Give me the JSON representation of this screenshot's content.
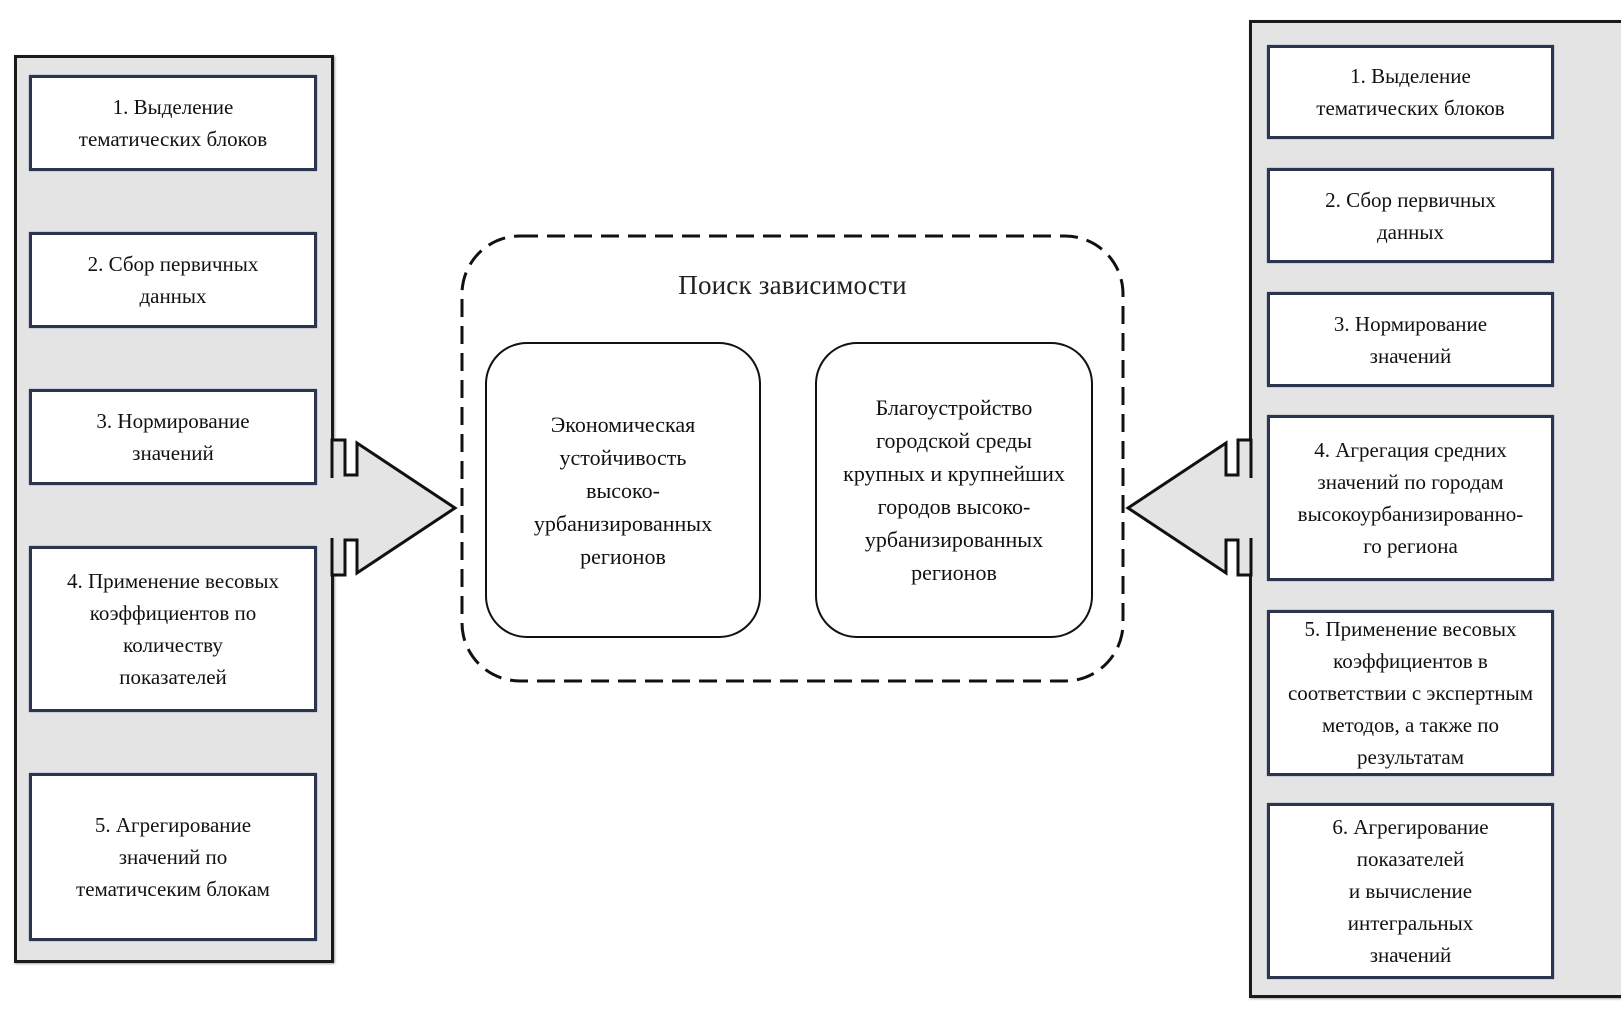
{
  "left_panel": {
    "steps": [
      {
        "label": "1. Выделение\nтематических блоков"
      },
      {
        "label": "2. Сбор первичных\nданных"
      },
      {
        "label": "3. Нормирование\nзначений"
      },
      {
        "label": "4. Применение весовых\nкоэффициентов по\nколичеству\nпоказателей"
      },
      {
        "label": "5. Агрегирование\nзначений по\nтематичсеким блокам"
      }
    ]
  },
  "center": {
    "title": "Поиск зависимости",
    "factors": [
      {
        "label": "Экономическая\nустойчивость\nвысоко-\nурбанизированных\nрегионов"
      },
      {
        "label": "Благоустройство\nгородской среды\nкрупных и крупнейших\nгородов высоко-\nурбанизированных\nрегионов"
      }
    ]
  },
  "right_panel": {
    "steps": [
      {
        "label": "1. Выделение\nтематических блоков"
      },
      {
        "label": "2. Сбор первичных\nданных"
      },
      {
        "label": "3. Нормирование\nзначений"
      },
      {
        "label": "4. Агрегация средних\nзначений по городам\nвысокоурбанизированно-\nго региона"
      },
      {
        "label": "5. Применение весовых\nкоэффициентов в\nсоответствии с экспертным\nметодов, а также по\nрезультатам"
      },
      {
        "label": "6. Агрегирование\nпоказателей\nи вычисление\nинтегральных\nзначений"
      }
    ]
  },
  "colors": {
    "panel_fill": "#e4e4e4",
    "step_border": "#2b3550",
    "arrow_fill": "#e4e4e4",
    "outline": "#111111"
  }
}
